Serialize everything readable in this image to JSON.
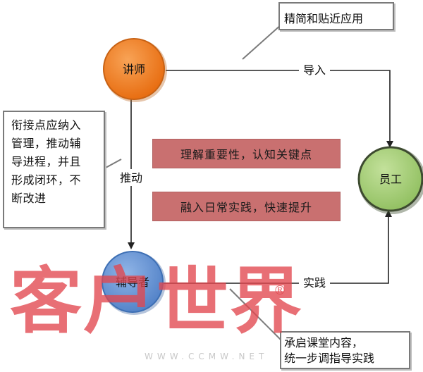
{
  "nodes": {
    "lecturer": "讲师",
    "employee": "员工",
    "tutor": "辅导者"
  },
  "edges": {
    "import": "导入",
    "push": "推动",
    "practice": "实践"
  },
  "callouts": {
    "top": "精简和贴近应用",
    "left": [
      "衔接点应纳入",
      "管理，推动辅",
      "导进程，并且",
      "形成闭环，不",
      "断改进"
    ],
    "bottom": [
      "承启课堂内容，",
      "统一步调指导实践"
    ]
  },
  "pills": {
    "first": "理解重要性，认知关键点",
    "second": "融入日常实践，快速提升"
  },
  "watermark": {
    "text": "客户世界",
    "reg": "®",
    "url": "WWW.CCMW.NET"
  },
  "colors": {
    "lecturer_fill": "#f07f22",
    "employee_fill": "#a7cf79",
    "tutor_fill": "#6b98d6",
    "pill_fill": "#c97070",
    "watermark": "#e2464e"
  }
}
